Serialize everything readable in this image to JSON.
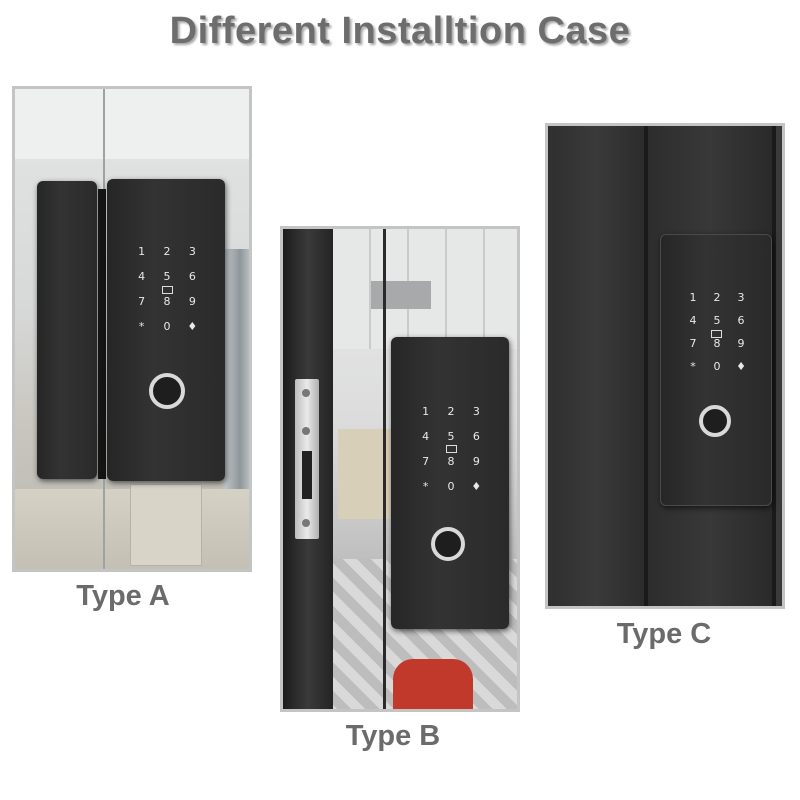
{
  "title": "Different Installtion Case",
  "labels": {
    "type_a": "Type A",
    "type_b": "Type B",
    "type_c": "Type C"
  },
  "keypad": [
    "1",
    "2",
    "3",
    "4",
    "5",
    "6",
    "7",
    "8",
    "9",
    "*",
    "0",
    "bell-icon"
  ],
  "colors": {
    "title": "#6d6d6d",
    "label": "#6b6b6b",
    "lock_body": "#2b2b2b",
    "panel_border": "#c4c4c4"
  }
}
